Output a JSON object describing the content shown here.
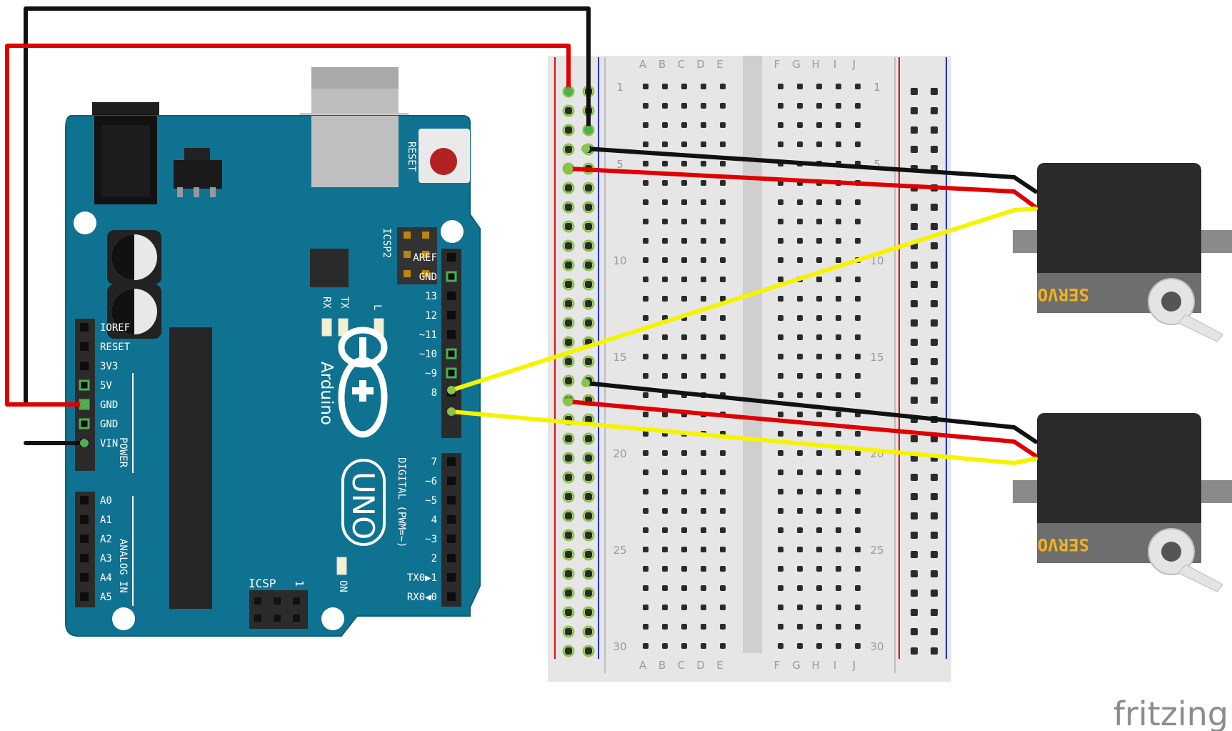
{
  "arduino": {
    "model": "UNO",
    "brand": "Arduino",
    "reset_label": "RESET",
    "icsp2_label": "ICSP2",
    "icsp_label": "ICSP",
    "icsp_pin1": "1",
    "on_label": "ON",
    "led_l": "L",
    "led_tx": "TX",
    "led_rx": "RX",
    "digital_header": "DIGITAL (PWM=~)",
    "power_header": "POWER",
    "analog_header": "ANALOG IN",
    "digital_pins_top": [
      "AREF",
      "GND",
      "13",
      "12",
      "~11",
      "~10",
      "~9",
      "8"
    ],
    "digital_pins_bottom": [
      "7",
      "~6",
      "~5",
      "4",
      "~3",
      "2",
      "TX0▶1",
      "RX0◀0"
    ],
    "power_pins": [
      "IOREF",
      "RESET",
      "3V3",
      "5V",
      "GND",
      "GND",
      "VIN"
    ],
    "analog_pins": [
      "A0",
      "A1",
      "A2",
      "A3",
      "A4",
      "A5"
    ]
  },
  "breadboard": {
    "columns_left": [
      "A",
      "B",
      "C",
      "D",
      "E"
    ],
    "columns_right": [
      "F",
      "G",
      "H",
      "I",
      "J"
    ],
    "row_numbers": [
      "1",
      "5",
      "10",
      "15",
      "20",
      "25",
      "30"
    ]
  },
  "servos": [
    {
      "label": "SERVO"
    },
    {
      "label": "SERVO"
    }
  ],
  "colors": {
    "board": "#0f7291",
    "wire_power": "#e00000",
    "wire_ground": "#111111",
    "wire_signal": "#f4f400",
    "breadboard": "#e4e4e4",
    "servo_body": "#2b2b2b",
    "servo_label": "#f2b21b"
  },
  "watermark": "fritzing"
}
